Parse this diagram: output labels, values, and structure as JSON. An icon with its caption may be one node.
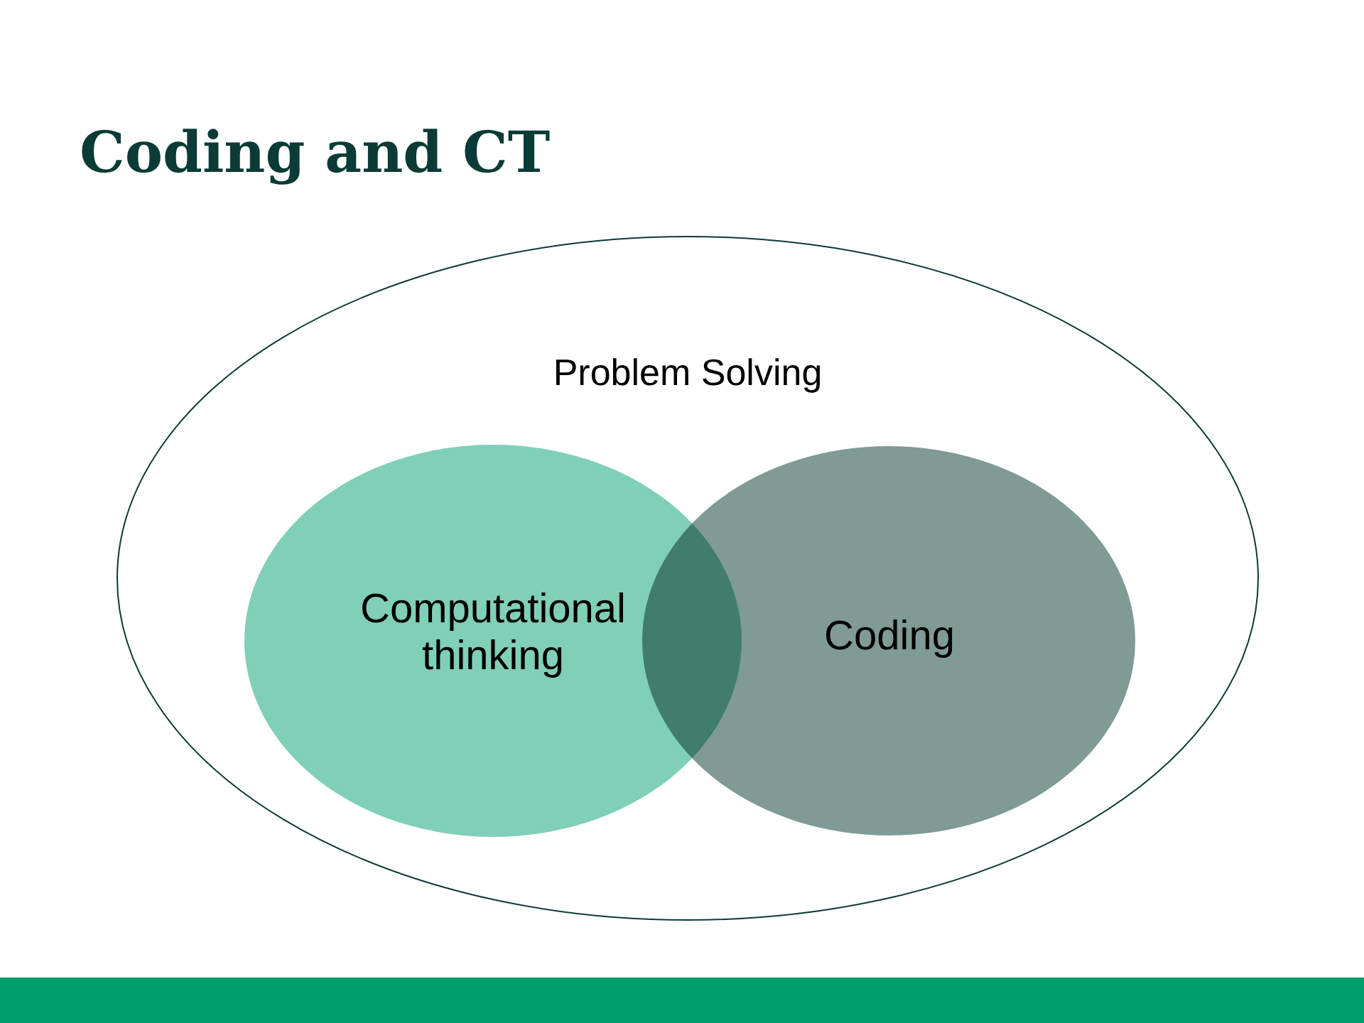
{
  "diagram": {
    "title": "Coding and CT",
    "nodes": [
      {
        "text": [
          "Problem Solving"
        ]
      },
      {
        "text": [
          "Computational thinking"
        ],
        "in": 0
      },
      {
        "text": [
          "Coding"
        ],
        "in": 0
      }
    ]
  }
}
